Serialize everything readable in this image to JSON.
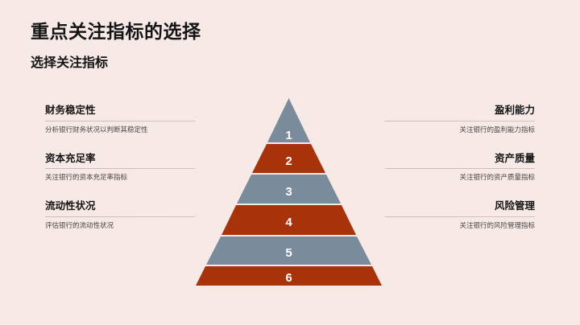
{
  "header": {
    "title": "重点关注指标的选择",
    "subtitle": "选择关注指标"
  },
  "colors": {
    "background": "#f7eae6",
    "band_blue": "#7a8b9c",
    "band_red": "#a83209",
    "rule": "#cabfbb",
    "title_text": "#141414",
    "desc_text": "#4a4443",
    "number_text": "#ffffff"
  },
  "left_column": [
    {
      "title": "财务稳定性",
      "desc": "分析银行财务状况以判断其稳定性"
    },
    {
      "title": "资本充足率",
      "desc": "关注银行的资本充足率指标"
    },
    {
      "title": "流动性状况",
      "desc": "评估银行的流动性状况"
    }
  ],
  "right_column": [
    {
      "title": "盈利能力",
      "desc": "关注银行的盈利能力指标"
    },
    {
      "title": "资产质量",
      "desc": "关注银行的资产质量指标"
    },
    {
      "title": "风险管理",
      "desc": "关注银行的风险管理指标"
    }
  ],
  "pyramid": {
    "levels": [
      {
        "number": "1",
        "color": "#7a8b9c"
      },
      {
        "number": "2",
        "color": "#a83209"
      },
      {
        "number": "3",
        "color": "#7a8b9c"
      },
      {
        "number": "4",
        "color": "#a83209"
      },
      {
        "number": "5",
        "color": "#7a8b9c"
      },
      {
        "number": "6",
        "color": "#a83209"
      }
    ]
  }
}
